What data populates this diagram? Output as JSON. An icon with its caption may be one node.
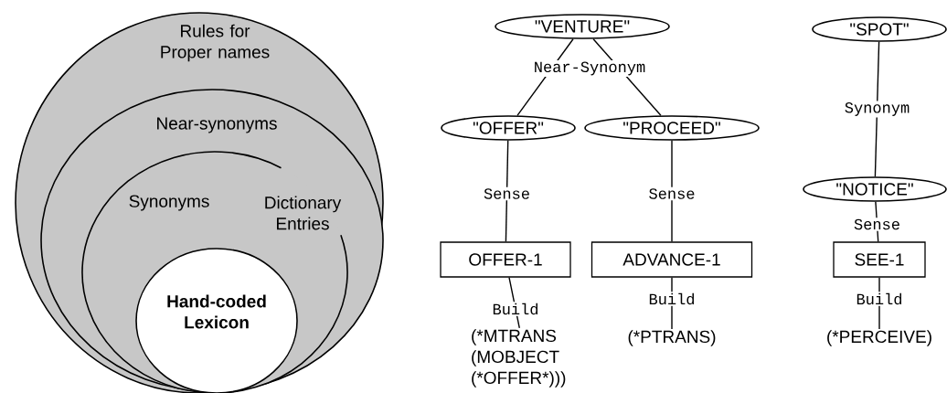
{
  "diagram": {
    "nodes": [
      {
        "text": [
          "Rules for Proper names"
        ]
      },
      {
        "text": [
          "Near-synonyms"
        ],
        "in": 0
      },
      {
        "text": [
          "Synonyms"
        ],
        "in": 1
      },
      {
        "text": [
          "Dictionary Entries"
        ],
        "in": 2
      },
      {
        "text": [
          "Hand-coded Lexicon"
        ],
        "in": 2
      },
      {
        "text": [
          "\"VENTURE\""
        ]
      },
      {
        "text": [
          "\"OFFER\""
        ]
      },
      {
        "text": [
          "\"PROCEED\""
        ]
      },
      {
        "text": [
          "OFFER-1"
        ]
      },
      {
        "text": [
          "ADVANCE-1"
        ]
      },
      {
        "text": [
          "(*MTRANS (MOBJECT (*OFFER*)))"
        ]
      },
      {
        "text": [
          "(*PTRANS)"
        ]
      },
      {
        "text": [
          "\"SPOT\""
        ]
      },
      {
        "text": [
          "\"NOTICE\""
        ]
      },
      {
        "text": [
          "SEE-1"
        ]
      },
      {
        "text": [
          "(*PERCEIVE)"
        ]
      }
    ],
    "edges": [
      {
        "from": 5,
        "to": 6,
        "arrow": "none",
        "label": "Near-Synonym"
      },
      {
        "from": 5,
        "to": 7,
        "arrow": "none"
      },
      {
        "from": 6,
        "to": 8,
        "arrow": "none",
        "label": "Sense"
      },
      {
        "from": 7,
        "to": 9,
        "arrow": "none",
        "label": "Sense"
      },
      {
        "from": 8,
        "to": 10,
        "arrow": "none",
        "label": "Build"
      },
      {
        "from": 9,
        "to": 11,
        "arrow": "none",
        "label": "Build"
      },
      {
        "from": 12,
        "to": 13,
        "arrow": "none",
        "label": "Synonym"
      },
      {
        "from": 13,
        "to": 14,
        "arrow": "none",
        "label": "Sense"
      },
      {
        "from": 14,
        "to": 15,
        "arrow": "none",
        "label": "Build"
      }
    ]
  }
}
